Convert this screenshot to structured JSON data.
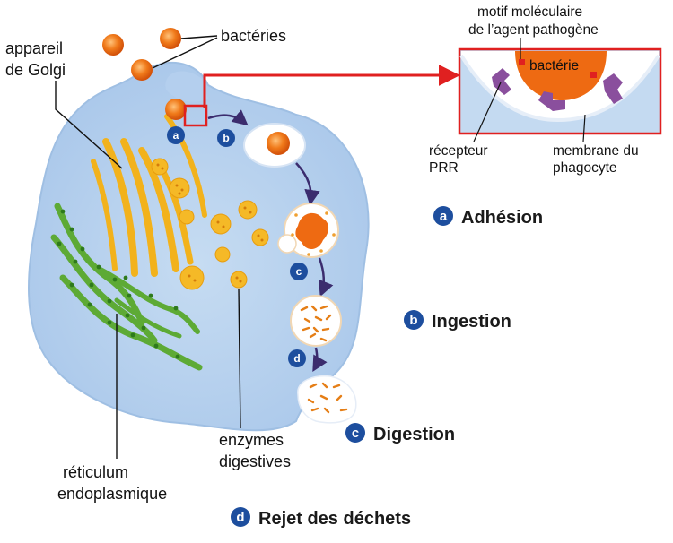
{
  "labels": {
    "bacteria": "bactéries",
    "golgi_line1": "appareil",
    "golgi_line2": "de Golgi",
    "motif_line1": "motif moléculaire",
    "motif_line2": "de l’agent pathogène",
    "inset_bacteria": "bactérie",
    "receptor_line1": "récepteur",
    "receptor_line2": "PRR",
    "membrane_line1": "membrane du",
    "membrane_line2": "phagocyte",
    "er_line1": "réticulum",
    "er_line2": "endoplasmique",
    "enzymes_line1": "enzymes",
    "enzymes_line2": "digestives"
  },
  "steps": [
    {
      "letter": "a",
      "title": "Adhésion"
    },
    {
      "letter": "b",
      "title": "Ingestion"
    },
    {
      "letter": "c",
      "title": "Digestion"
    },
    {
      "letter": "d",
      "title": "Rejet des déchets"
    }
  ],
  "colors": {
    "cell": "#b9d3ee",
    "cell_edge": "#9fbfe3",
    "golgi": "#f2b21c",
    "reticulum": "#5daa35",
    "bacteria": "#ee6a12",
    "badge": "#1d4e9e",
    "highlight": "#e02020",
    "receptor": "#8a4f9d"
  }
}
